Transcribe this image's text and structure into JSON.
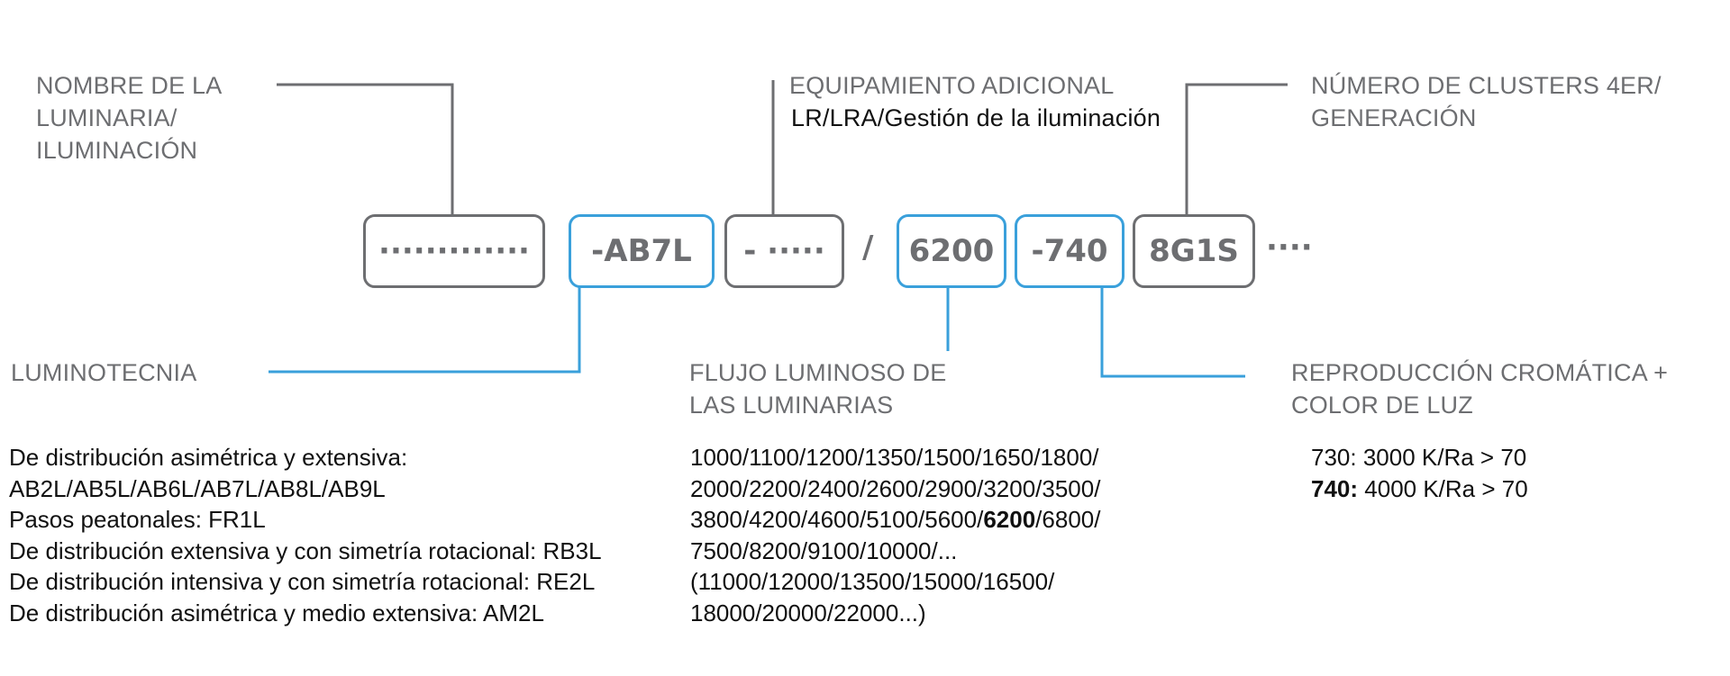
{
  "labels": {
    "nombre": [
      "NOMBRE DE LA",
      "LUMINARIA/",
      "ILUMINACIÓN"
    ],
    "equipamiento_title": "EQUIPAMIENTO ADICIONAL",
    "equipamiento_sub": "LR/LRA/Gestión de la iluminación",
    "clusters": [
      "NÚMERO DE CLUSTERS 4ER/",
      "GENERACIÓN"
    ],
    "luminotecnia": "LUMINOTECNIA",
    "flujo": [
      "FLUJO LUMINOSO DE",
      "LAS LUMINARIAS"
    ],
    "reproduccion": [
      "REPRODUCCIÓN CROMÁTICA +",
      "COLOR DE LUZ"
    ]
  },
  "code_boxes": {
    "name": "·············",
    "optic": "-AB7L",
    "equipment": "- ·····",
    "separator": "/",
    "flux": "6200",
    "color": "-740",
    "clusters": "8G1S",
    "more": "····"
  },
  "luminotecnia_text": [
    "De distribución asimétrica y extensiva:",
    "AB2L/AB5L/AB6L/AB7L/AB8L/AB9L",
    "Pasos peatonales: FR1L",
    "De distribución extensiva y con simetría rotacional: RB3L",
    "De distribución intensiva y con simetría rotacional: RE2L",
    "De distribución asimétrica y medio extensiva: AM2L"
  ],
  "flujo_text": {
    "line1": "1000/1100/1200/1350/1500/1650/1800/",
    "line2": "2000/2200/2400/2600/2900/3200/3500/",
    "line3_pre": "3800/4200/4600/5100/5600/",
    "line3_bold": "6200",
    "line3_post": "/6800/",
    "line4": "7500/8200/9100/10000/...",
    "line5": "(11000/12000/13500/15000/16500/",
    "line6": "18000/20000/22000...)"
  },
  "color_text": {
    "line1": "730: 3000 K/Ra > 70",
    "line2_bold": "740:",
    "line2_rest": " 4000 K/Ra > 70"
  },
  "colors": {
    "gray": "#6d6e71",
    "blue": "#3aa0db",
    "text": "#111111"
  }
}
